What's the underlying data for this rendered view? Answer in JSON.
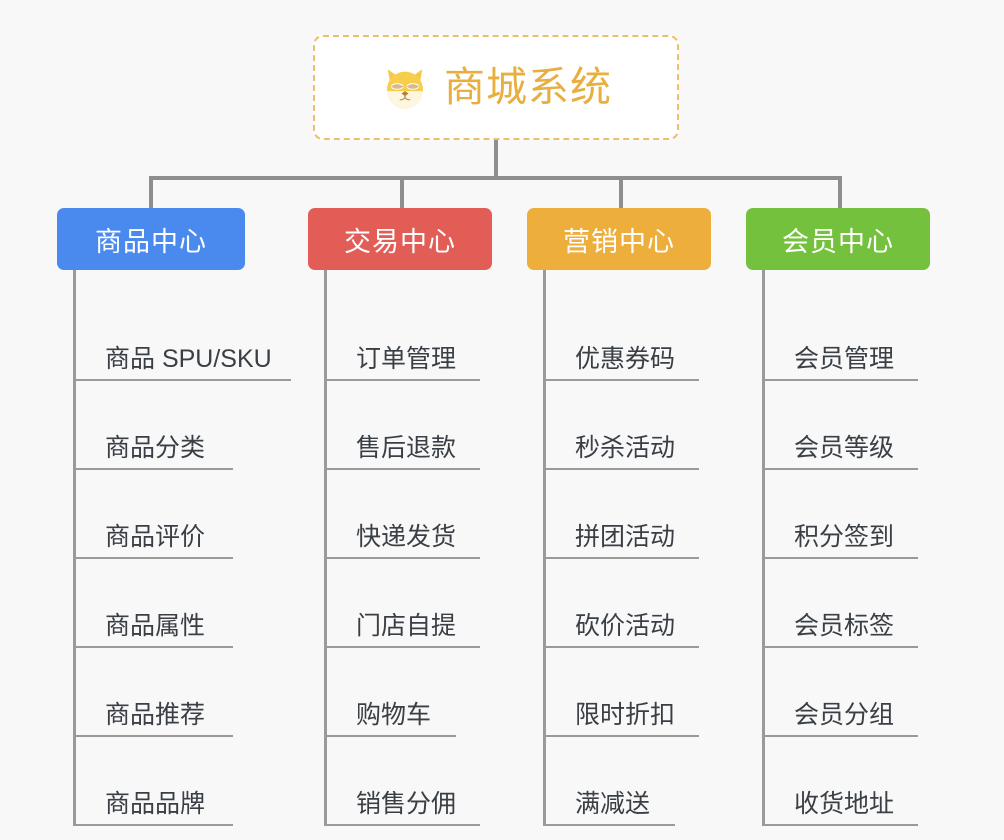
{
  "background_color": "#f8f8f8",
  "root": {
    "title": "商城系统",
    "icon": "shiba-dog-face-icon",
    "text_color": "#e8ae3e",
    "border_color": "#ebc06a",
    "background": "#ffffff"
  },
  "connector_color": "#8e8e8e",
  "columns": [
    {
      "label": "商品中心",
      "color": "#4a8aef",
      "items": [
        "商品 SPU/SKU",
        "商品分类",
        "商品评价",
        "商品属性",
        "商品推荐",
        "商品品牌"
      ]
    },
    {
      "label": "交易中心",
      "color": "#e35d57",
      "items": [
        "订单管理",
        "售后退款",
        "快递发货",
        "门店自提",
        "购物车",
        "销售分佣"
      ]
    },
    {
      "label": "营销中心",
      "color": "#edae3c",
      "items": [
        "优惠券码",
        "秒杀活动",
        "拼团活动",
        "砍价活动",
        "限时折扣",
        "满减送"
      ]
    },
    {
      "label": "会员中心",
      "color": "#74c13e",
      "items": [
        "会员管理",
        "会员等级",
        "积分签到",
        "会员标签",
        "会员分组",
        "收货地址"
      ]
    }
  ]
}
